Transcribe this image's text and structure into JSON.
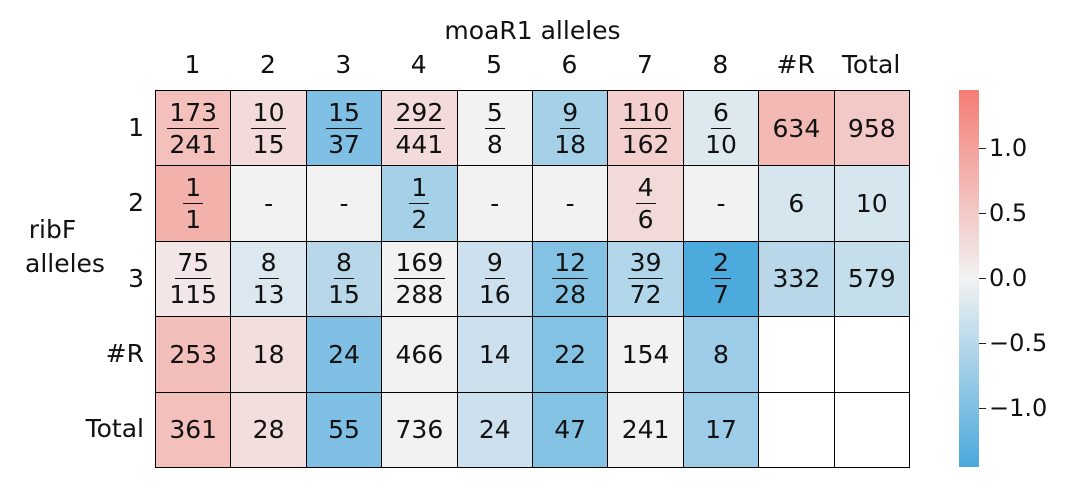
{
  "chart_data": {
    "type": "heatmap",
    "title": "moaR1 alleles",
    "col_labels": [
      "1",
      "2",
      "3",
      "4",
      "5",
      "6",
      "7",
      "8",
      "#R",
      "Total"
    ],
    "row_title": [
      "ribF",
      "alleles"
    ],
    "row_labels": [
      "1",
      "2",
      "3",
      "#R",
      "Total"
    ],
    "cells": [
      [
        {
          "num": "173",
          "den": "241",
          "v": 0.62
        },
        {
          "num": "10",
          "den": "15",
          "v": 0.28
        },
        {
          "num": "15",
          "den": "37",
          "v": -1.0
        },
        {
          "num": "292",
          "den": "441",
          "v": 0.28
        },
        {
          "num": "5",
          "den": "8",
          "v": 0.0
        },
        {
          "num": "9",
          "den": "18",
          "v": -0.67
        },
        {
          "num": "110",
          "den": "162",
          "v": 0.42
        },
        {
          "num": "6",
          "den": "10",
          "v": -0.18
        },
        {
          "text": "634",
          "v": 0.7
        },
        {
          "text": "958",
          "v": 0.5
        }
      ],
      [
        {
          "num": "1",
          "den": "1",
          "v": 0.8
        },
        {
          "text": "-",
          "v": 0.0
        },
        {
          "text": "-",
          "v": 0.0
        },
        {
          "num": "1",
          "den": "2",
          "v": -0.67
        },
        {
          "text": "-",
          "v": 0.0
        },
        {
          "text": "-",
          "v": 0.0
        },
        {
          "num": "4",
          "den": "6",
          "v": 0.3
        },
        {
          "text": "-",
          "v": 0.0
        },
        {
          "text": "6",
          "v": -0.24
        },
        {
          "text": "10",
          "v": -0.24
        }
      ],
      [
        {
          "num": "75",
          "den": "115",
          "v": 0.14
        },
        {
          "num": "8",
          "den": "13",
          "v": -0.2
        },
        {
          "num": "8",
          "den": "15",
          "v": -0.5
        },
        {
          "num": "169",
          "den": "288",
          "v": 0.0
        },
        {
          "num": "9",
          "den": "16",
          "v": -0.33
        },
        {
          "num": "12",
          "den": "28",
          "v": -0.95
        },
        {
          "num": "39",
          "den": "72",
          "v": -0.55
        },
        {
          "num": "2",
          "den": "7",
          "v": -1.42
        },
        {
          "text": "332",
          "v": -0.5
        },
        {
          "text": "579",
          "v": -0.4
        }
      ],
      [
        {
          "text": "253",
          "v": 0.63
        },
        {
          "text": "18",
          "v": 0.24
        },
        {
          "text": "24",
          "v": -1.0
        },
        {
          "text": "466",
          "v": 0.0
        },
        {
          "text": "14",
          "v": -0.33
        },
        {
          "text": "22",
          "v": -0.95
        },
        {
          "text": "154",
          "v": 0.0
        },
        {
          "text": "8",
          "v": -0.74
        },
        {
          "text": "",
          "v": null
        },
        {
          "text": "",
          "v": null
        }
      ],
      [
        {
          "text": "361",
          "v": 0.62
        },
        {
          "text": "28",
          "v": 0.24
        },
        {
          "text": "55",
          "v": -1.0
        },
        {
          "text": "736",
          "v": 0.0
        },
        {
          "text": "24",
          "v": -0.33
        },
        {
          "text": "47",
          "v": -0.95
        },
        {
          "text": "241",
          "v": 0.0
        },
        {
          "text": "17",
          "v": -0.74
        },
        {
          "text": "",
          "v": null
        },
        {
          "text": "",
          "v": null
        }
      ]
    ],
    "colorbar": {
      "vmin": -1.45,
      "vmax": 1.45,
      "ticks": [
        1.0,
        0.5,
        0.0,
        -0.5,
        -1.0
      ],
      "tick_labels": [
        "1.0",
        "0.5",
        "0.0",
        "−0.5",
        "−1.0"
      ],
      "color_min": "#4aa8dc",
      "color_mid": "#f2f2f2",
      "color_max": "#f47c74"
    }
  }
}
